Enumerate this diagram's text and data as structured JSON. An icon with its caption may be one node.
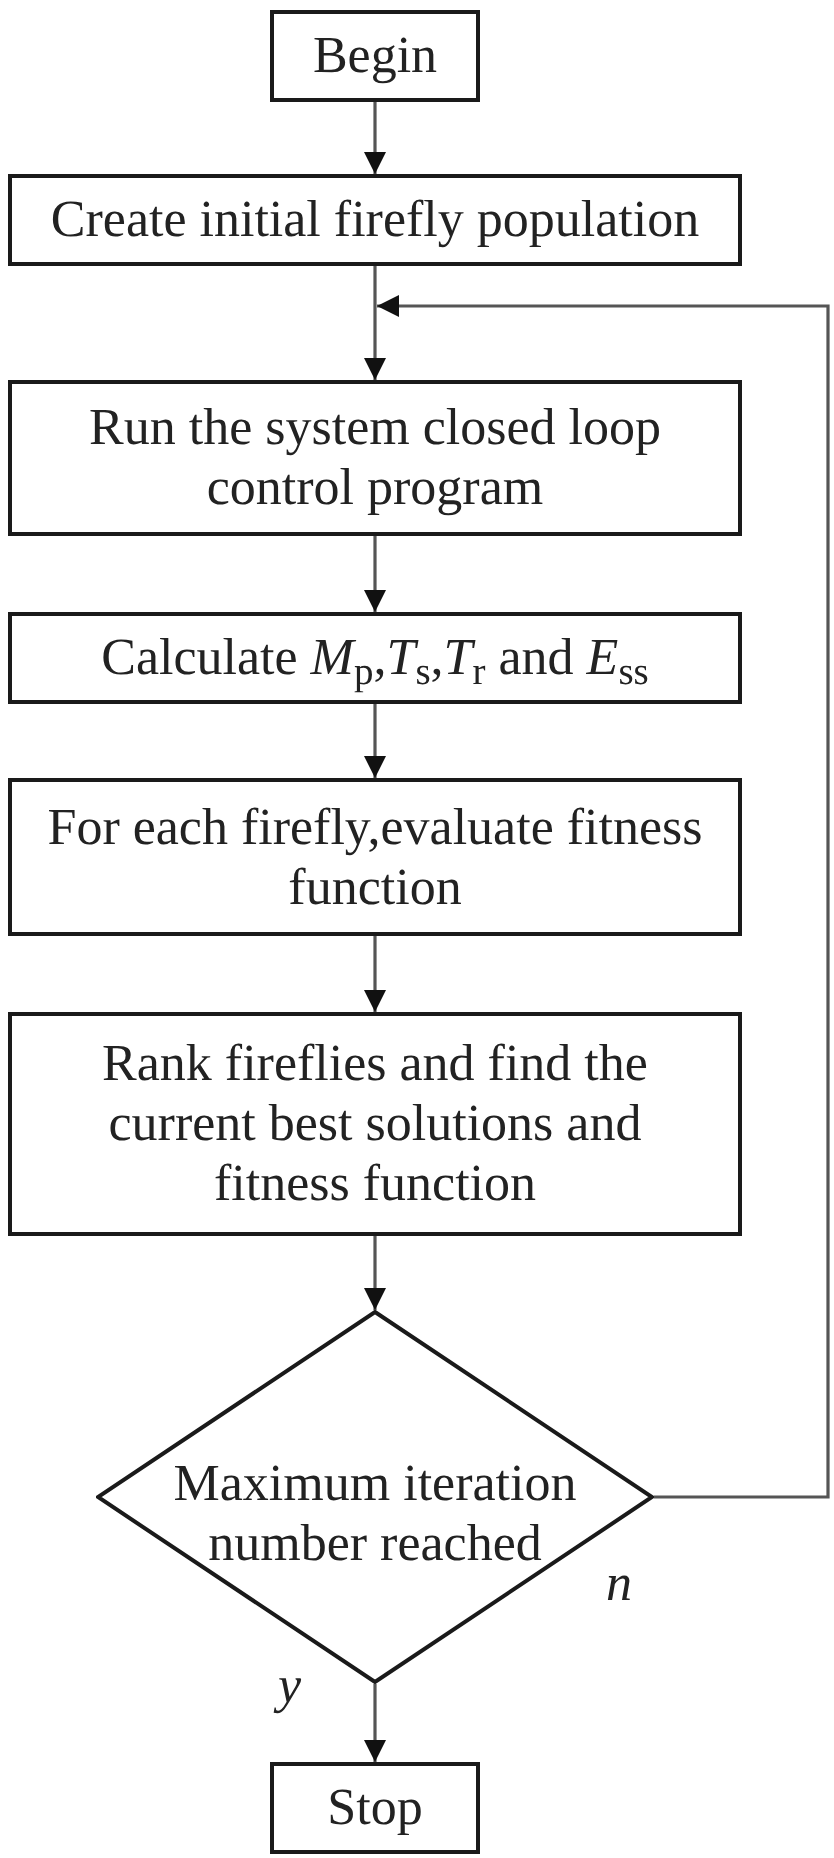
{
  "diagram": {
    "nodes": [
      {
        "text": [
          "Begin"
        ]
      },
      {
        "text": [
          "Create initial firefly population"
        ]
      },
      {
        "text": [
          "Run the system closed loop control program"
        ]
      },
      {
        "text": [
          "Calculate *M*$_{p}$,*T*$_{s}$,*T*$_{r}$ and *E*$_{ss}$"
        ]
      },
      {
        "text": [
          "For each firefly,evaluate fitness function"
        ]
      },
      {
        "text": [
          "Rank fireflies and find the current best solutions and fitness function"
        ]
      },
      {
        "text": [
          "Maximum iteration number reached"
        ]
      },
      {
        "text": [
          "Stop"
        ]
      }
    ],
    "edges": [
      {
        "from": 0,
        "to": 1,
        "arrow": "to"
      },
      {
        "from": 1,
        "to": 2,
        "arrow": "to"
      },
      {
        "from": 2,
        "to": 3,
        "arrow": "to"
      },
      {
        "from": 3,
        "to": 4,
        "arrow": "to"
      },
      {
        "from": 4,
        "to": 5,
        "arrow": "to"
      },
      {
        "from": 5,
        "to": 6,
        "arrow": "to"
      },
      {
        "from": 6,
        "to": 2,
        "arrow": "to",
        "label": "n"
      },
      {
        "from": 6,
        "to": 7,
        "arrow": "to",
        "label": "y"
      }
    ]
  }
}
